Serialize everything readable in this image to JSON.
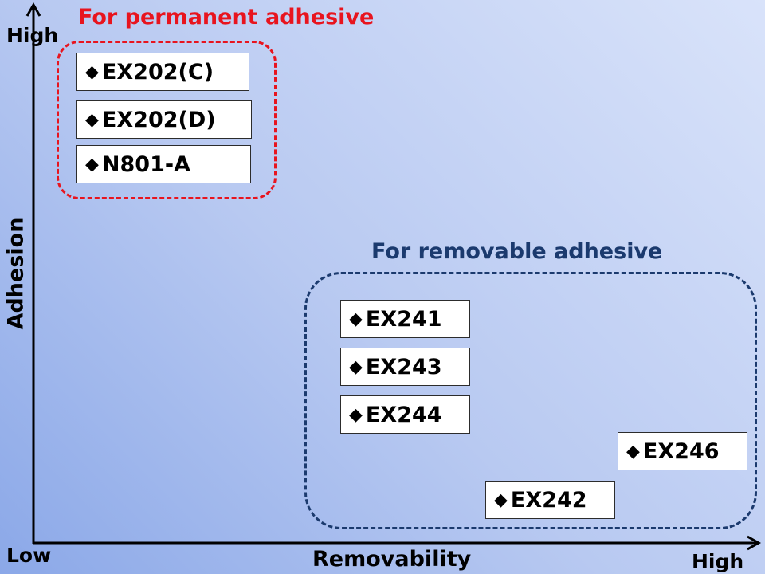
{
  "axes": {
    "y_high": "High",
    "y_title": "Adhesion",
    "x_low": "Low",
    "x_title": "Removability",
    "x_high": "High"
  },
  "groups": {
    "permanent": {
      "title": "For permanent adhesive",
      "color": "#e8141e"
    },
    "removable": {
      "title": "For removable adhesive",
      "color": "#1b3a6e"
    }
  },
  "bullet": "◆",
  "products": {
    "permanent": [
      "EX202(C)",
      "EX202(D)",
      "N801-A"
    ],
    "removable": [
      "EX241",
      "EX243",
      "EX244",
      "EX246",
      "EX242"
    ]
  }
}
